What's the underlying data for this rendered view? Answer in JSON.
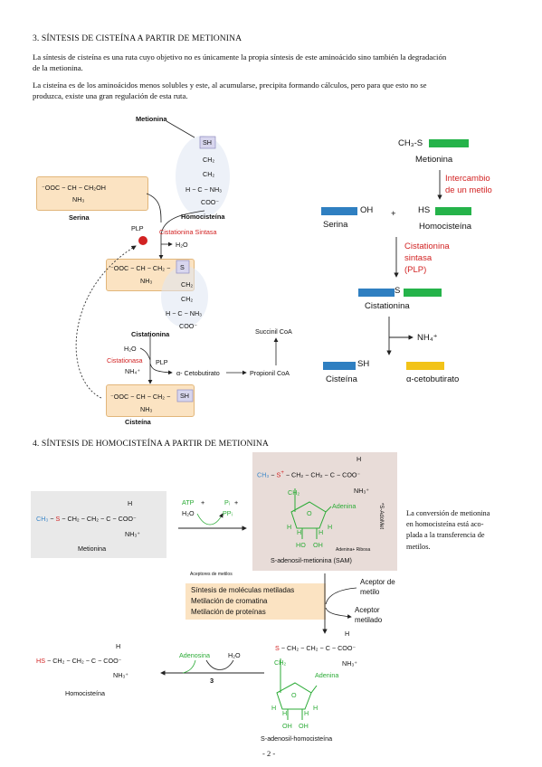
{
  "section3": {
    "heading": "3. SÍNTESIS DE CISTEÍNA A PARTIR DE METIONINA",
    "para1_l1": "La síntesis de cisteína es una ruta cuyo objetivo no es únicamente la propia síntesis de este aminoácido sino también la degradación",
    "para1_l2": "de la metionina.",
    "para2_l1": "La cisteína es de los aminoácidos menos solubles y este, al acumularse, precipita formando cálculos, pero para que esto no se",
    "para2_l2": "produzca, existe una gran regulación de esta ruta."
  },
  "diagram1": {
    "metionina": "Metionina",
    "serina_formula_l1": "⁻OOC − CH − CH₂OH",
    "serina_formula_l2": "NH₃",
    "serina": "Serina",
    "sh": "SH",
    "ch2": "CH₂",
    "hc_line": "H − C − NH₃",
    "coo": "COO⁻",
    "homocisteina": "Homocisteína",
    "plp": "PLP",
    "minus": "−",
    "cistationina_sintasa": "Cistationina Sintasa",
    "h2o": "H₂O",
    "cist_formula": "⁻OOC − CH − CH₂ −",
    "nh3": "NH₃",
    "s": "S",
    "cistationina": "Cistationina",
    "h2o_2": "H₂O",
    "cistationasa": "Cistationasa",
    "nh4": "NH₄⁺",
    "plp_2": "PLP",
    "cetobutirato": "α- Cetobutirato",
    "propionil": "Propionil CoA",
    "succinil": "Succinil CoA",
    "cisteina_formula": "⁻OOC − CH − CH₂ −",
    "sh_2": "SH",
    "cisteina": "Cisteína"
  },
  "diagram2": {
    "ch3s": "CH₃-S",
    "metionina": "Metionina",
    "intercambio_l1": "Intercambio",
    "intercambio_l2": "de un metilo",
    "oh": "OH",
    "plus": "+",
    "hs": "HS",
    "serina": "Serina",
    "homocisteina": "Homocisteína",
    "cist_sintasa_l1": "Cistationina",
    "cist_sintasa_l2": "sintasa",
    "cist_sintasa_l3": "(PLP)",
    "s": "S",
    "cistationina": "Cistationina",
    "nh4": "NH₄⁺",
    "sh": "SH",
    "cisteina": "Cisteína",
    "cetobutirato": "α-cetobutirato",
    "colors": {
      "blue": "#2f7fc1",
      "green": "#25b34a",
      "yellow": "#f2c318"
    }
  },
  "section4": {
    "heading": "4. SÍNTESIS DE HOMOCISTEÍNA A PARTIR DE METIONINA",
    "side_l1": "La conversión de metionina",
    "side_l2": "en homocisteína está aco-",
    "side_l3": "plada a la transferencia de",
    "side_l4": "metilos."
  },
  "diagram3": {
    "met_h": "H",
    "met_formula_ch3": "CH₃",
    "met_formula_s": "S",
    "met_formula_rest": "CH₂ − CH₂ − C − COO⁻",
    "met_nh3": "NH₃⁺",
    "metionina": "Metionina",
    "atp": "ATP",
    "plus1": "+",
    "h2o": "H₂O",
    "pi": "Pᵢ",
    "plus2": "+",
    "ppi": "PPᵢ",
    "sam_h": "H",
    "sam_ch3": "CH₃",
    "sam_s": "S",
    "sam_plus": "+",
    "sam_rest": "CH₂ − CH₂ − C − COO⁻",
    "sam_ch2": "CH₂",
    "sam_nh3": "NH₃⁺",
    "adenina": "Adenina",
    "ring_o": "O",
    "ring_h1": "H",
    "ring_h2": "H",
    "ring_h3": "H",
    "ring_h4": "H",
    "ho": "HO",
    "oh": "OH",
    "adenina_ribosa": "Adenina+ Ribosa",
    "sam": "S-adenosil-metionina (SAM)",
    "sadomet": "*S-AdoMet",
    "aceptores_title": "Aceptores de metilos",
    "acc_l1": "Síntesis de moléculas metiladas",
    "acc_l2": "Metilación de cromatina",
    "acc_l3": "Metilación de proteínas",
    "aceptor_l1": "Aceptor de",
    "aceptor_l2": "metilo",
    "metilado_l1": "Aceptor",
    "metilado_l2": "metilado",
    "sah_h": "H",
    "sah_s": "S",
    "sah_rest": "CH₂ − CH₂ − C − COO⁻",
    "sah_ch2": "CH₂",
    "sah_nh3": "NH₃⁺",
    "sah_adenina": "Adenina",
    "sah_o": "O",
    "sah_h1": "H",
    "sah_h2": "H",
    "sah_h3": "H",
    "sah_h4": "H",
    "sah_oh1": "OH",
    "sah_oh2": "OH",
    "sah": "S-adenosil-homocisteína",
    "hom_h": "H",
    "hom_hs": "HS",
    "hom_rest": "CH₂ − CH₂ − C − COO⁻",
    "hom_nh3": "NH₃⁺",
    "homocisteina": "Homocisteína",
    "adenosina": "Adenosina",
    "h2o_2": "H₂O",
    "step": "3"
  },
  "page_number": "- 2 -"
}
